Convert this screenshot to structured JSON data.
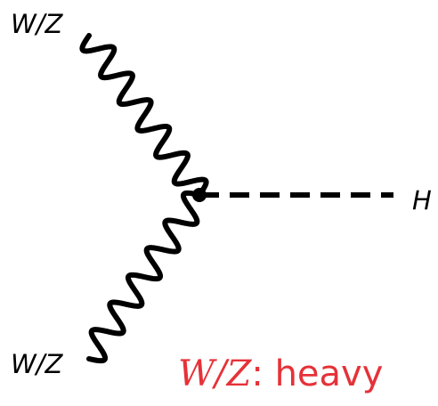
{
  "diagram": {
    "labels": {
      "boson_top": "W/Z",
      "boson_bottom": "W/Z",
      "higgs": "H"
    },
    "caption": {
      "math": "W/Z",
      "text": ": heavy"
    },
    "colors": {
      "lines": "#000000",
      "caption": "#e53238"
    },
    "line_styles": {
      "boson_top": "wavy",
      "boson_bottom": "wavy",
      "higgs": "dashed"
    }
  }
}
